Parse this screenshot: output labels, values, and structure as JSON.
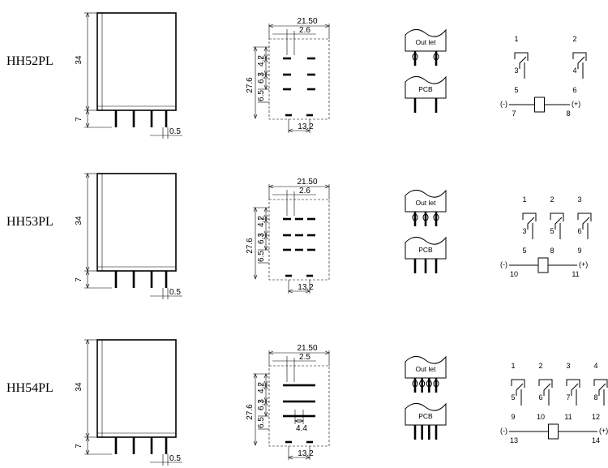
{
  "rows": [
    {
      "model": "HH52PL",
      "height": "34",
      "pin_len": "7",
      "pin_w": "0.5",
      "width": "21.50",
      "row_gap": "2.6",
      "v1": "4.2",
      "v2": "6.3",
      "v3": "6.5",
      "total_h": "27.6",
      "bottom": "13.2",
      "extra_dim": "",
      "socket_outlet": "Out let",
      "socket_pcb": "PCB",
      "poles": [
        {
          "top": "1",
          "mid": "3",
          "bot": "5"
        },
        {
          "top": "2",
          "mid": "4",
          "bot": "6"
        }
      ],
      "coil": {
        "minus": "(-)",
        "plus": "(+)",
        "left": "7",
        "right": "8"
      }
    },
    {
      "model": "HH53PL",
      "height": "34",
      "pin_len": "7",
      "pin_w": "0.5",
      "width": "21.50",
      "row_gap": "2.6",
      "v1": "4.2",
      "v2": "6.3",
      "v3": "6.5",
      "total_h": "27.6",
      "bottom": "13.2",
      "extra_dim": "",
      "socket_outlet": "Out let",
      "socket_pcb": "PCB",
      "poles": [
        {
          "top": "1",
          "mid": "3",
          "bot": "5"
        },
        {
          "top": "2",
          "mid": "5",
          "bot": "8"
        },
        {
          "top": "3",
          "mid": "6",
          "bot": "9"
        }
      ],
      "coil": {
        "minus": "(-)",
        "plus": "(+)",
        "left": "10",
        "right": "11"
      }
    },
    {
      "model": "HH54PL",
      "height": "34",
      "pin_len": "7",
      "pin_w": "0.5",
      "width": "21.50",
      "row_gap": "2.5",
      "v1": "4.2",
      "v2": "6.3",
      "v3": "6.5",
      "total_h": "27.6",
      "bottom": "13.2",
      "extra_dim": "4.4",
      "socket_outlet": "Out let",
      "socket_pcb": "PCB",
      "poles": [
        {
          "top": "1",
          "mid": "5",
          "bot": "9"
        },
        {
          "top": "2",
          "mid": "6",
          "bot": "10"
        },
        {
          "top": "3",
          "mid": "7",
          "bot": "11"
        },
        {
          "top": "4",
          "mid": "8",
          "bot": "12"
        }
      ],
      "coil": {
        "minus": "(-)",
        "plus": "(+)",
        "left": "13",
        "right": "14"
      }
    }
  ]
}
